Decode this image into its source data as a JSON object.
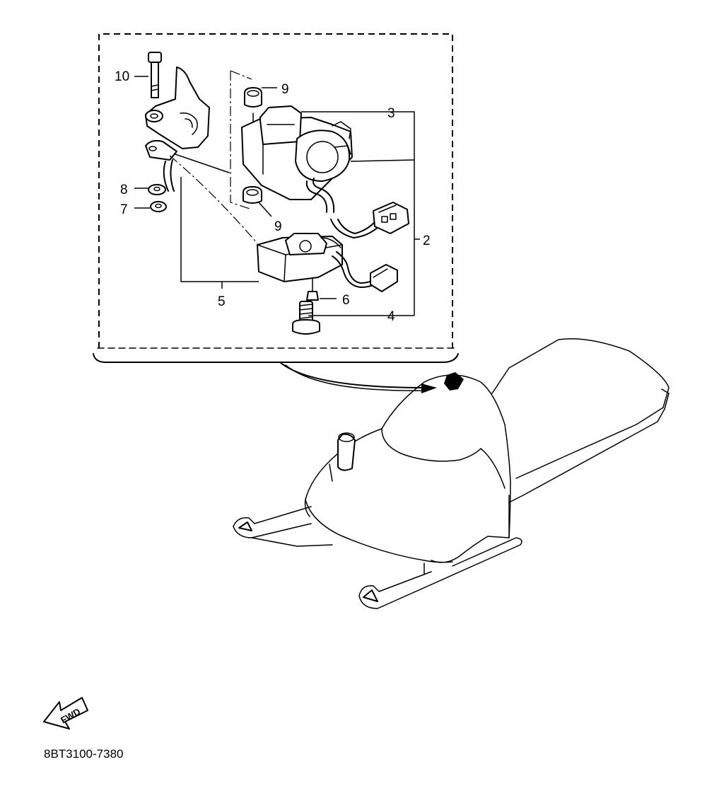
{
  "callouts": {
    "c2": "2",
    "c3": "3",
    "c4": "4",
    "c5": "5",
    "c6": "6",
    "c7": "7",
    "c8": "8",
    "c9_top": "9",
    "c9_bottom": "9",
    "c10": "10"
  },
  "direction_arrow": {
    "label": "FWD"
  },
  "diagram_code": "8BT3100-7380"
}
